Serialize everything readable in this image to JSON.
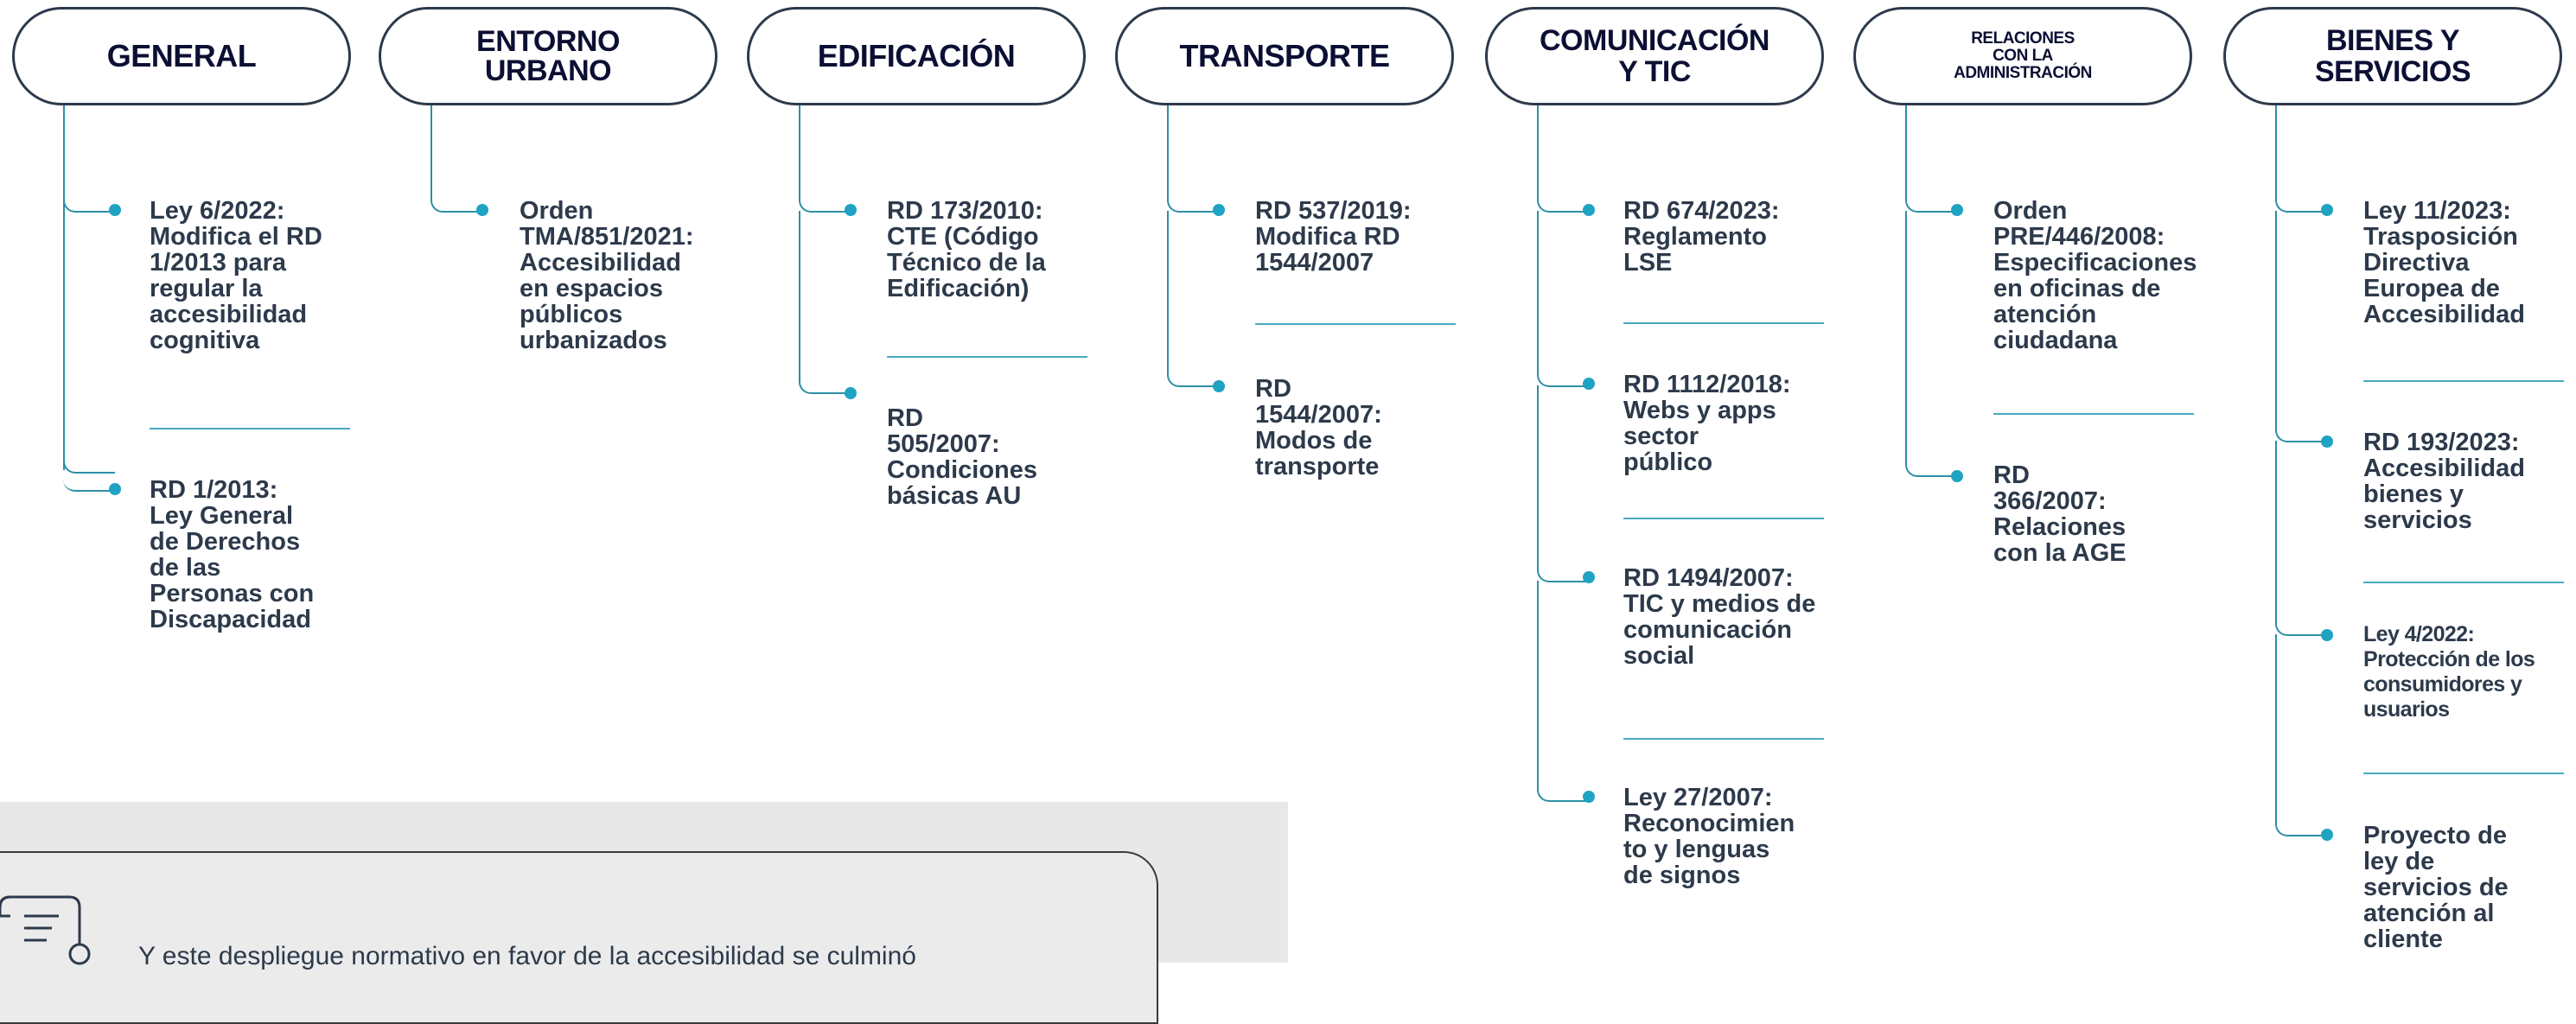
{
  "columns": [
    {
      "title": "GENERAL",
      "items": [
        "Ley 6/2022:\nModifica el RD\n1/2013 para\nregular la\naccesibilidad\ncognitiva",
        "RD 1/2013:\nLey General\nde Derechos\nde las\nPersonas con\nDiscapacidad"
      ]
    },
    {
      "title": "ENTORNO\nURBANO",
      "items": [
        "Orden\nTMA/851/2021:\nAccesibilidad\nen espacios\npúblicos\nurbanizados"
      ]
    },
    {
      "title": "EDIFICACIÓN",
      "items": [
        "RD 173/2010:\nCTE (Código\nTécnico de la\nEdificación)",
        "RD\n505/2007:\nCondiciones\nbásicas AU"
      ]
    },
    {
      "title": "TRANSPORTE",
      "items": [
        "RD 537/2019:\nModifica RD\n1544/2007",
        "RD\n1544/2007:\nModos de\ntransporte"
      ]
    },
    {
      "title": "COMUNICACIÓN\nY TIC",
      "items": [
        "RD 674/2023:\nReglamento\nLSE",
        "RD 1112/2018:\nWebs y apps\nsector\npúblico",
        "RD 1494/2007:\nTIC y medios de\ncomunicación\nsocial",
        "Ley 27/2007:\nReconocimien\nto y lenguas\nde signos"
      ]
    },
    {
      "title": "RELACIONES\nCON LA\nADMINISTRACIÓN",
      "items": [
        "Orden\nPRE/446/2008:\nEspecificaciones\nen oficinas de\natención\nciudadana",
        "RD\n366/2007:\nRelaciones\ncon la AGE"
      ]
    },
    {
      "title": "BIENES Y\nSERVICIOS",
      "items": [
        "Ley 11/2023:\nTrasposición\nDirectiva\nEuropea de\nAccesibilidad",
        "RD 193/2023:\nAccesibilidad\nbienes y\nservicios",
        "Ley 4/2022:\nProtección de los\nconsumidores y\nusuarios",
        "Proyecto de\nley de\nservicios de\natención al\ncliente"
      ]
    }
  ],
  "footer": {
    "text": "Y este despliegue normativo en favor de la accesibilidad se culminó",
    "icon": "document-icon"
  },
  "colors": {
    "accent": "#1fa3c2",
    "line": "#2d8fa7",
    "text": "#2d3a4b",
    "title": "#0b0f33"
  }
}
